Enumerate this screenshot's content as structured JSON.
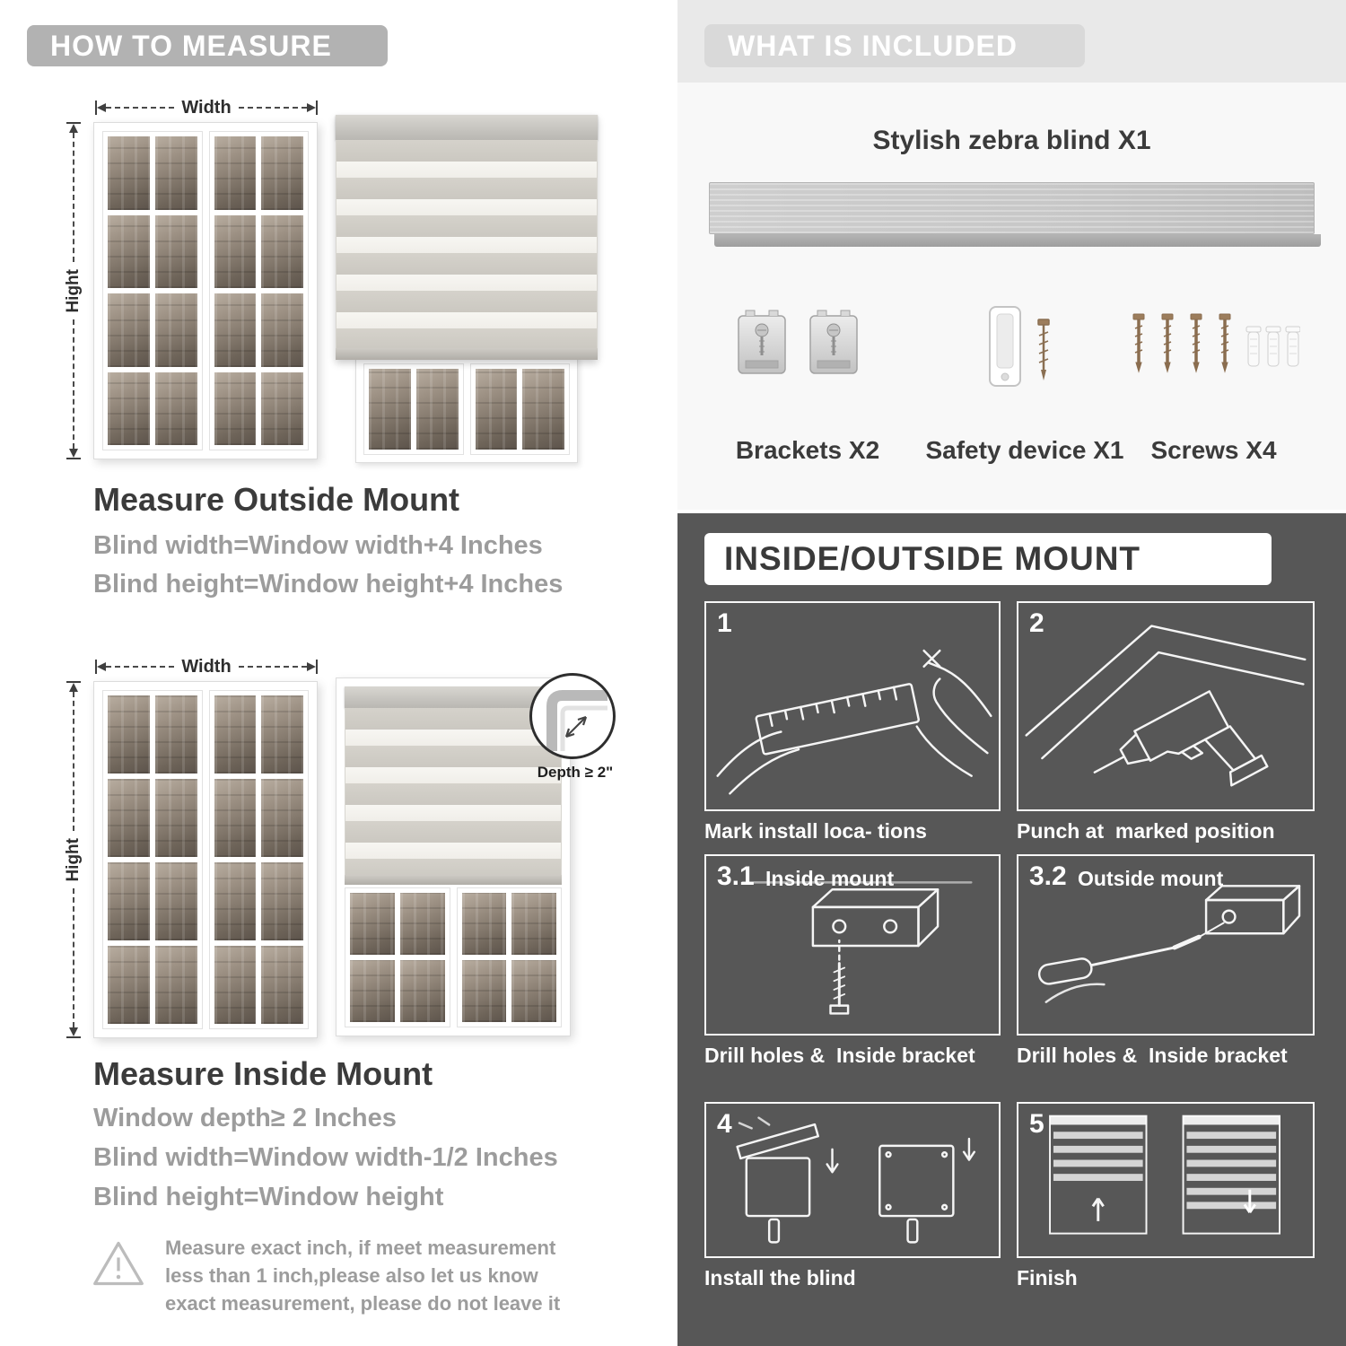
{
  "colors": {
    "accent_gray": "#b2b2b2",
    "light_section": "#e9e9e9",
    "dark_section": "#575757"
  },
  "measure": {
    "header": "HOW TO MEASURE",
    "width_label": "Width",
    "height_label": "Hight",
    "depth_label": "Depth ≥ 2\"",
    "outside": {
      "title": "Measure Outside Mount",
      "lines": [
        "Blind width=Window width+4 Inches",
        "Blind height=Window height+4 Inches"
      ]
    },
    "inside": {
      "title": "Measure Inside Mount",
      "lines": [
        "Window depth≥ 2 Inches",
        "Blind width=Window width-1/2 Inches",
        "Blind height=Window height"
      ]
    },
    "note": "Measure exact inch, if meet measurement less than 1 inch,please also let us know exact measurement, please do not leave it"
  },
  "included": {
    "header": "WHAT IS INCLUDED",
    "blind_label": "Stylish zebra blind X1",
    "items": [
      "Brackets X2",
      "Safety device X1",
      "Screws X4"
    ]
  },
  "mount": {
    "header": "INSIDE/OUTSIDE MOUNT",
    "steps": [
      {
        "num": "1",
        "caption": "Mark install loca- tions"
      },
      {
        "num": "2",
        "caption": "Punch at  marked position"
      },
      {
        "num": "3.1",
        "label": "Inside mount",
        "caption": "Drill holes &  Inside bracket"
      },
      {
        "num": "3.2",
        "label": "Outside mount",
        "caption": "Drill holes &  Inside bracket"
      },
      {
        "num": "4",
        "caption": "Install the blind"
      },
      {
        "num": "5",
        "caption": "Finish"
      }
    ]
  }
}
